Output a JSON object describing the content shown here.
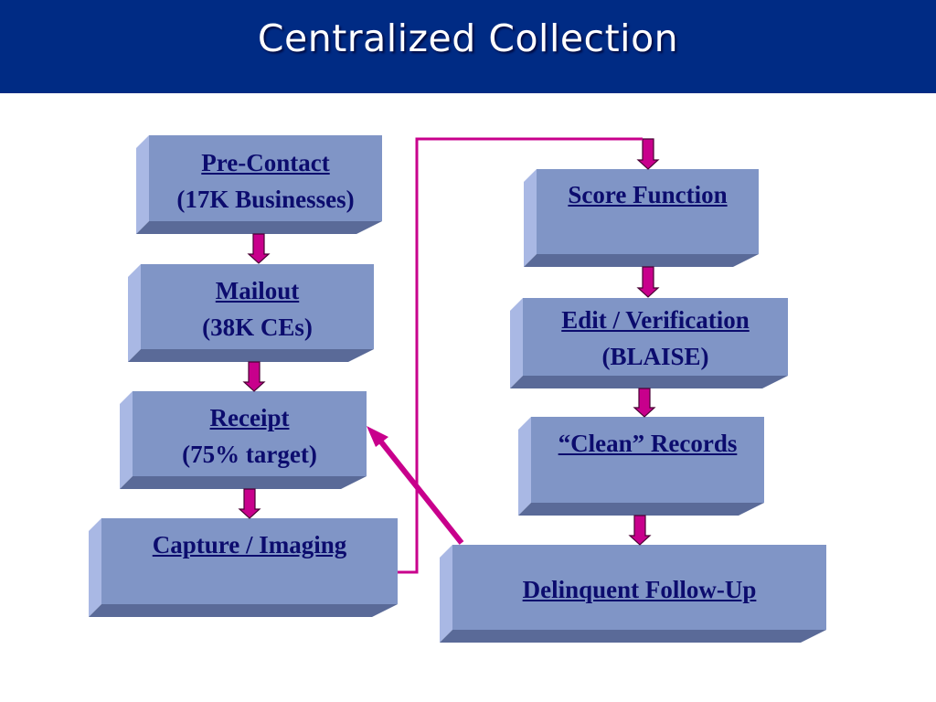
{
  "title": "Centralized Collection",
  "colors": {
    "header_bg": "#002B84",
    "box_front": "#8095C6",
    "box_left": "#A9B8E4",
    "box_bottom": "#5A6A98",
    "arrow": "#C8008C",
    "connector": "#C8008C",
    "text": "#0C0C6E"
  },
  "steps": [
    {
      "id": "pre-contact",
      "line1": "Pre-Contact",
      "line2": "(17K Businesses)"
    },
    {
      "id": "mailout",
      "line1": "Mailout",
      "line2": "(38K CEs)"
    },
    {
      "id": "receipt",
      "line1": "Receipt",
      "line2": "(75% target)"
    },
    {
      "id": "capture-imaging",
      "line1": "Capture / Imaging",
      "line2": ""
    },
    {
      "id": "score-function",
      "line1": "Score Function",
      "line2": ""
    },
    {
      "id": "edit-verification",
      "line1": "Edit / Verification",
      "line2": "(BLAISE)"
    },
    {
      "id": "clean-records",
      "line1": "“Clean” Records",
      "line2": ""
    },
    {
      "id": "delinquent-follow-up",
      "line1": "Delinquent Follow-Up",
      "line2": ""
    }
  ]
}
